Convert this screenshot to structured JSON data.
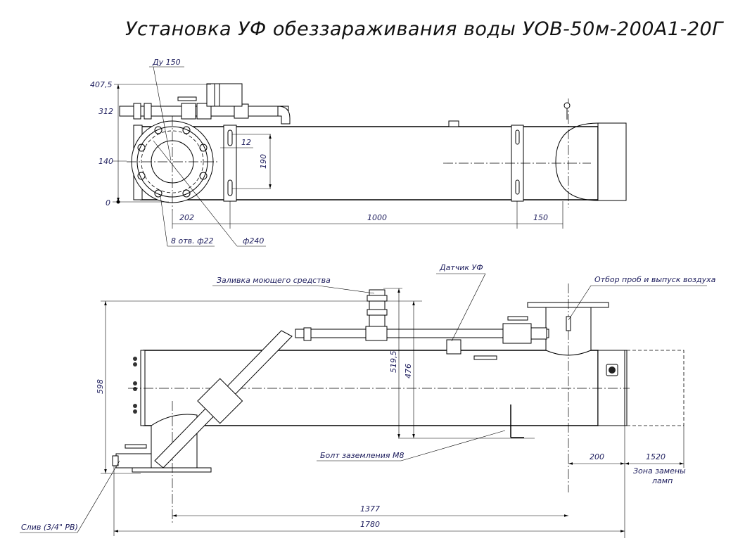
{
  "title": "Установка УФ обеззараживания воды УОВ-50м-200А1-20Г",
  "top_view": {
    "leaders": {
      "du": "Ду 150",
      "holes": "8 отв. ф22",
      "diameter": "ф240"
    },
    "dims": {
      "h_407": "407,5",
      "h_312": "312",
      "h_140": "140",
      "h_0": "0",
      "w_202": "202",
      "w_1000": "1000",
      "w_150": "150",
      "slot_12": "12",
      "slot_190": "190"
    }
  },
  "side_view": {
    "leaders": {
      "detergent": "Заливка моющего средства",
      "uv_sensor": "Датчик УФ",
      "sampling": "Отбор проб и выпуск воздуха",
      "ground_bolt": "Болт заземления М8",
      "drain": "Слив (3/4\" РВ)",
      "lamp_zone_1": "Зона замены",
      "lamp_zone_2": "ламп"
    },
    "dims": {
      "h_598": "598",
      "h_519": "519,5",
      "h_476": "476",
      "w_200": "200",
      "w_1520": "1520",
      "w_1377": "1377",
      "w_1780": "1780"
    }
  }
}
